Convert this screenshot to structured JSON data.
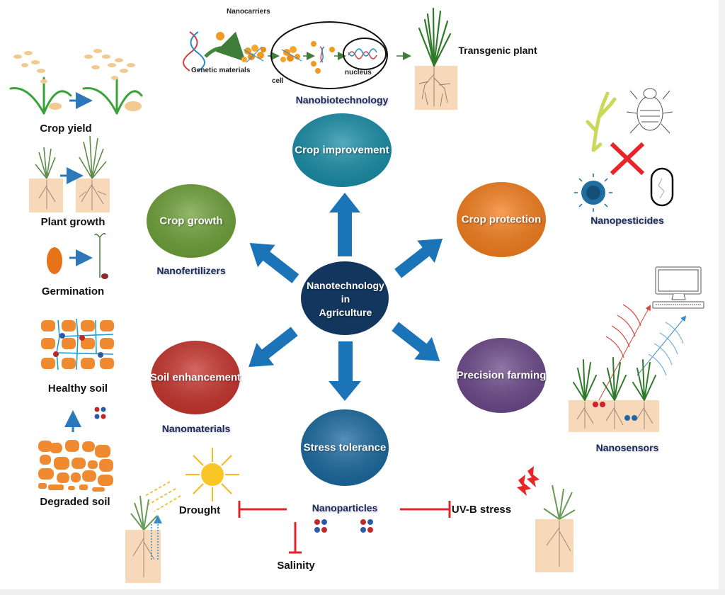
{
  "center": {
    "line1": "Nanotechnology",
    "line2": "in",
    "line3": "Agriculture",
    "color": "#12365e"
  },
  "nodes": [
    {
      "id": "crop-improvement",
      "label": "Crop improvement",
      "color": "#1a8ea8",
      "sub": "Nanobiotechnology"
    },
    {
      "id": "crop-protection",
      "label": "Crop protection",
      "color": "#f57f1e",
      "sub": "Nanopesticides"
    },
    {
      "id": "precision-farming",
      "label": "Precision farming",
      "color": "#6c4a8a",
      "sub": "Nanosensors"
    },
    {
      "id": "stress-tolerance",
      "label": "Stress tolerance",
      "color": "#1b6aa0",
      "sub": "Nanoparticles"
    },
    {
      "id": "soil-enhancement",
      "label": "Soil enhancement",
      "color": "#c8352e",
      "sub": "Nanomaterials"
    },
    {
      "id": "crop-growth",
      "label": "Crop growth",
      "color": "#6fa23a",
      "sub": "Nanofertilizers"
    }
  ],
  "arrow_color": "#1b74b8",
  "nanobiotech": {
    "nanocarriers": "Nanocarriers",
    "genetic_materials": "Genetic materials",
    "cell": "cell",
    "nucleus": "nucleus",
    "transgenic_plant": "Transgenic plant"
  },
  "left_panel": {
    "crop_yield": "Crop yield",
    "plant_growth": "Plant growth",
    "germination": "Germination",
    "healthy_soil": "Healthy soil",
    "degraded_soil": "Degraded soil"
  },
  "stress": {
    "drought": "Drought",
    "uvb": "UV-B stress",
    "salinity": "Salinity",
    "inhibit_color": "#e0242a"
  }
}
